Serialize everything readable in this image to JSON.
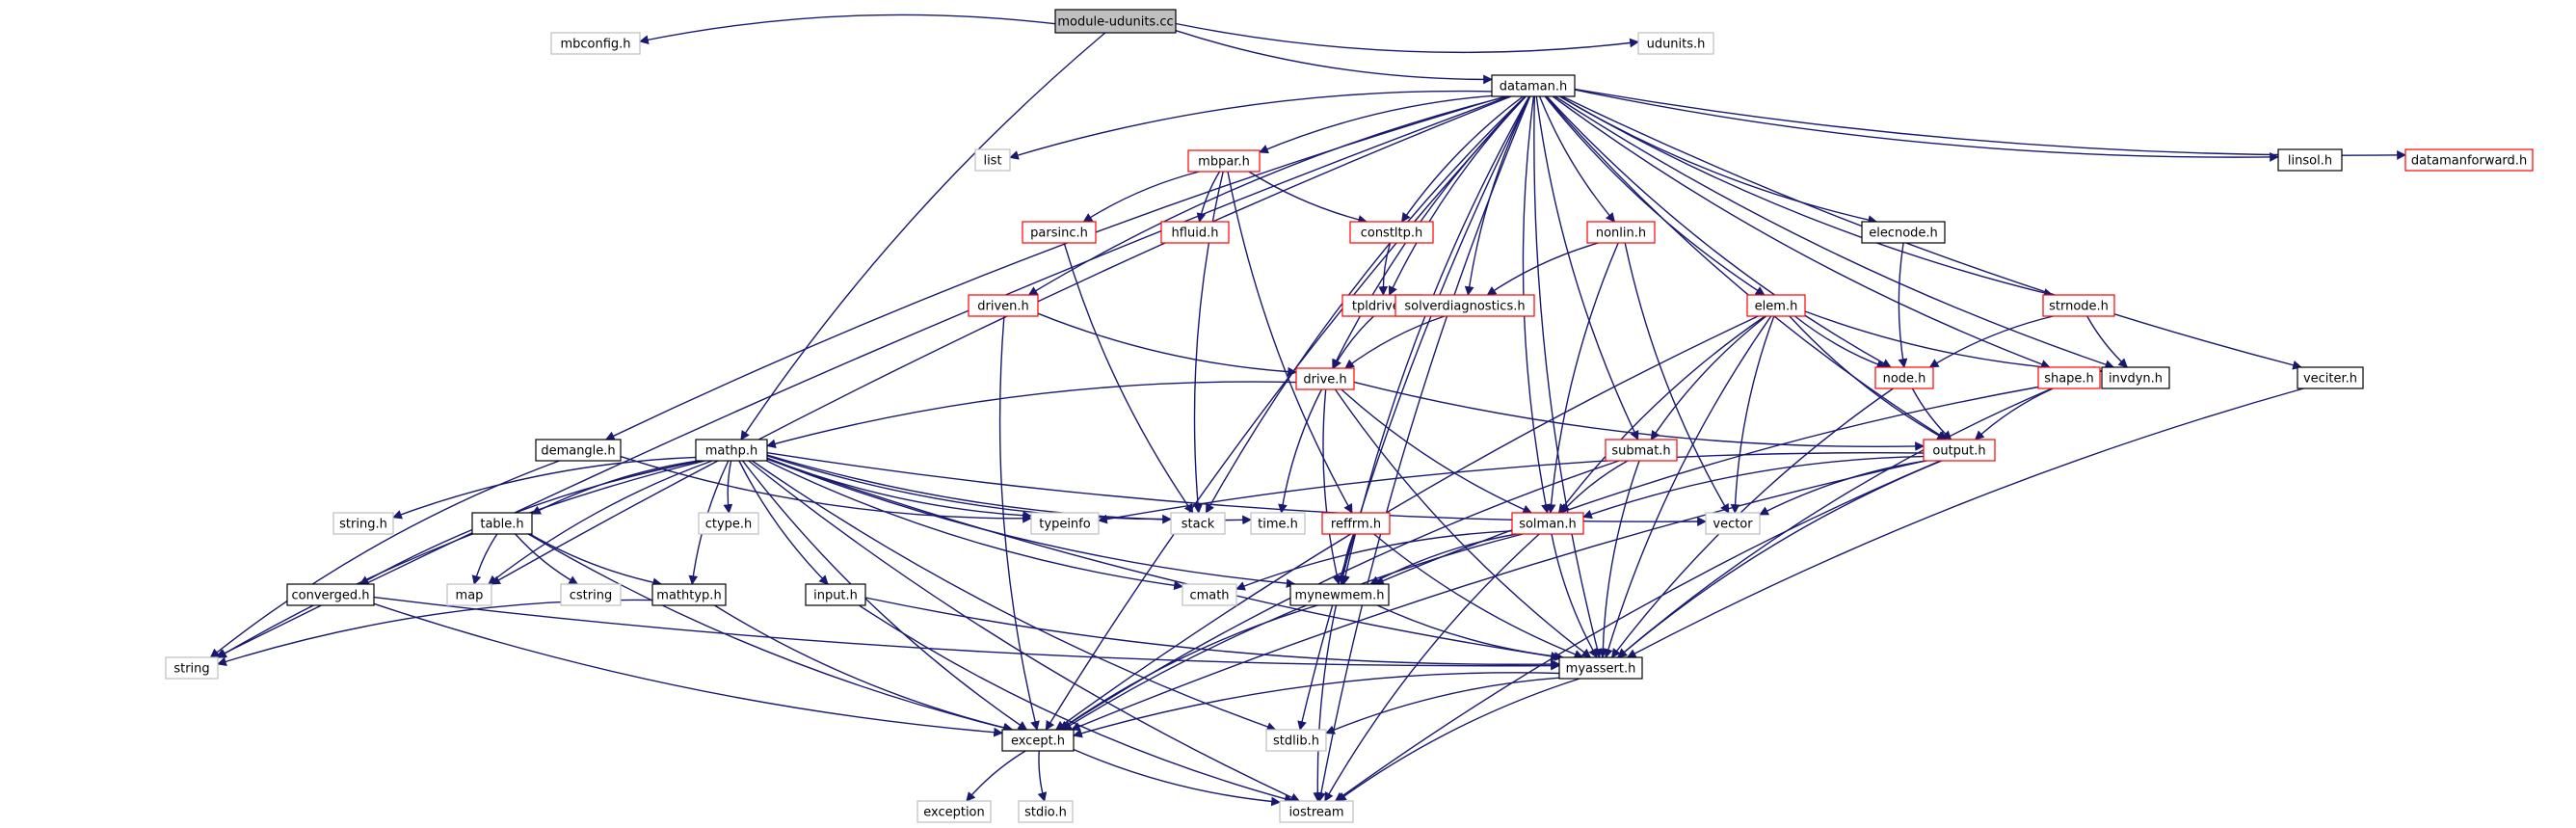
{
  "colors": {
    "edge": "#191970",
    "root_fill": "#bfbfbf",
    "root_border": "#000000",
    "documented_border": "#000000",
    "undocumented_border": "#bfbfbf",
    "incomplete_border": "#ff0000",
    "box_fill": "#ffffff"
  },
  "nodes": [
    {
      "id": "module-udunits.cc",
      "kind": "root"
    },
    {
      "id": "mbconfig.h",
      "kind": "undocumented"
    },
    {
      "id": "dataman.h",
      "kind": "documented"
    },
    {
      "id": "udunits.h",
      "kind": "undocumented"
    },
    {
      "id": "list",
      "kind": "undocumented"
    },
    {
      "id": "mbpar.h",
      "kind": "incomplete"
    },
    {
      "id": "linsol.h",
      "kind": "documented"
    },
    {
      "id": "datamanforward.h",
      "kind": "incomplete"
    },
    {
      "id": "parsinc.h",
      "kind": "incomplete"
    },
    {
      "id": "hfluid.h",
      "kind": "incomplete"
    },
    {
      "id": "constltp.h",
      "kind": "incomplete"
    },
    {
      "id": "nonlin.h",
      "kind": "incomplete"
    },
    {
      "id": "elecnode.h",
      "kind": "documented"
    },
    {
      "id": "driven.h",
      "kind": "incomplete"
    },
    {
      "id": "tpldrive.h",
      "kind": "incomplete"
    },
    {
      "id": "solverdiagnostics.h",
      "kind": "incomplete"
    },
    {
      "id": "elem.h",
      "kind": "incomplete"
    },
    {
      "id": "strnode.h",
      "kind": "incomplete"
    },
    {
      "id": "node.h",
      "kind": "incomplete"
    },
    {
      "id": "shape.h",
      "kind": "incomplete"
    },
    {
      "id": "invdyn.h",
      "kind": "documented"
    },
    {
      "id": "veciter.h",
      "kind": "documented"
    },
    {
      "id": "drive.h",
      "kind": "incomplete"
    },
    {
      "id": "demangle.h",
      "kind": "documented"
    },
    {
      "id": "mathp.h",
      "kind": "documented"
    },
    {
      "id": "output.h",
      "kind": "incomplete"
    },
    {
      "id": "submat.h",
      "kind": "incomplete"
    },
    {
      "id": "string.h",
      "kind": "undocumented"
    },
    {
      "id": "table.h",
      "kind": "documented"
    },
    {
      "id": "ctype.h",
      "kind": "undocumented"
    },
    {
      "id": "typeinfo",
      "kind": "undocumented"
    },
    {
      "id": "stack",
      "kind": "undocumented"
    },
    {
      "id": "time.h",
      "kind": "undocumented"
    },
    {
      "id": "reffrm.h",
      "kind": "incomplete"
    },
    {
      "id": "solman.h",
      "kind": "incomplete"
    },
    {
      "id": "vector",
      "kind": "undocumented"
    },
    {
      "id": "converged.h",
      "kind": "documented"
    },
    {
      "id": "map",
      "kind": "undocumented"
    },
    {
      "id": "cstring",
      "kind": "undocumented"
    },
    {
      "id": "mathtyp.h",
      "kind": "documented"
    },
    {
      "id": "input.h",
      "kind": "documented"
    },
    {
      "id": "cmath",
      "kind": "undocumented"
    },
    {
      "id": "mynewmem.h",
      "kind": "documented"
    },
    {
      "id": "string",
      "kind": "undocumented"
    },
    {
      "id": "myassert.h",
      "kind": "documented"
    },
    {
      "id": "except.h",
      "kind": "documented"
    },
    {
      "id": "stdlib.h",
      "kind": "undocumented"
    },
    {
      "id": "exception",
      "kind": "undocumented"
    },
    {
      "id": "stdio.h",
      "kind": "undocumented"
    },
    {
      "id": "iostream",
      "kind": "undocumented"
    }
  ],
  "edges": [
    [
      "module-udunits.cc",
      "mbconfig.h"
    ],
    [
      "module-udunits.cc",
      "dataman.h"
    ],
    [
      "module-udunits.cc",
      "udunits.h"
    ],
    [
      "module-udunits.cc",
      "mathp.h"
    ],
    [
      "dataman.h",
      "list"
    ],
    [
      "dataman.h",
      "mbpar.h"
    ],
    [
      "dataman.h",
      "linsol.h"
    ],
    [
      "dataman.h",
      "datamanforward.h"
    ],
    [
      "dataman.h",
      "constltp.h"
    ],
    [
      "dataman.h",
      "nonlin.h"
    ],
    [
      "dataman.h",
      "elecnode.h"
    ],
    [
      "dataman.h",
      "driven.h"
    ],
    [
      "dataman.h",
      "tpldrive.h"
    ],
    [
      "dataman.h",
      "solverdiagnostics.h"
    ],
    [
      "dataman.h",
      "elem.h"
    ],
    [
      "dataman.h",
      "strnode.h"
    ],
    [
      "dataman.h",
      "node.h"
    ],
    [
      "dataman.h",
      "shape.h"
    ],
    [
      "dataman.h",
      "invdyn.h"
    ],
    [
      "dataman.h",
      "veciter.h"
    ],
    [
      "dataman.h",
      "drive.h"
    ],
    [
      "dataman.h",
      "demangle.h"
    ],
    [
      "dataman.h",
      "output.h"
    ],
    [
      "dataman.h",
      "submat.h"
    ],
    [
      "dataman.h",
      "solman.h"
    ],
    [
      "dataman.h",
      "mynewmem.h"
    ],
    [
      "dataman.h",
      "myassert.h"
    ],
    [
      "dataman.h",
      "except.h"
    ],
    [
      "dataman.h",
      "string"
    ],
    [
      "dataman.h",
      "map"
    ],
    [
      "dataman.h",
      "iostream"
    ],
    [
      "dataman.h",
      "stack"
    ],
    [
      "dataman.h",
      "stdlib.h"
    ],
    [
      "mbpar.h",
      "parsinc.h"
    ],
    [
      "mbpar.h",
      "hfluid.h"
    ],
    [
      "mbpar.h",
      "constltp.h"
    ],
    [
      "mbpar.h",
      "stack"
    ],
    [
      "mbpar.h",
      "reffrm.h"
    ],
    [
      "parsinc.h",
      "stack"
    ],
    [
      "constltp.h",
      "tpldrive.h"
    ],
    [
      "tpldrive.h",
      "drive.h"
    ],
    [
      "solverdiagnostics.h",
      "drive.h"
    ],
    [
      "nonlin.h",
      "solverdiagnostics.h"
    ],
    [
      "nonlin.h",
      "solman.h"
    ],
    [
      "nonlin.h",
      "vector"
    ],
    [
      "elecnode.h",
      "node.h"
    ],
    [
      "driven.h",
      "drive.h"
    ],
    [
      "driven.h",
      "except.h"
    ],
    [
      "drive.h",
      "mathp.h"
    ],
    [
      "drive.h",
      "output.h"
    ],
    [
      "drive.h",
      "solman.h"
    ],
    [
      "drive.h",
      "time.h"
    ],
    [
      "drive.h",
      "mynewmem.h"
    ],
    [
      "drive.h",
      "myassert.h"
    ],
    [
      "elem.h",
      "node.h"
    ],
    [
      "elem.h",
      "output.h"
    ],
    [
      "elem.h",
      "submat.h"
    ],
    [
      "elem.h",
      "solman.h"
    ],
    [
      "elem.h",
      "vector"
    ],
    [
      "elem.h",
      "myassert.h"
    ],
    [
      "elem.h",
      "except.h"
    ],
    [
      "elem.h",
      "invdyn.h"
    ],
    [
      "strnode.h",
      "node.h"
    ],
    [
      "strnode.h",
      "invdyn.h"
    ],
    [
      "node.h",
      "output.h"
    ],
    [
      "node.h",
      "myassert.h"
    ],
    [
      "shape.h",
      "output.h"
    ],
    [
      "shape.h",
      "myassert.h"
    ],
    [
      "shape.h",
      "mynewmem.h"
    ],
    [
      "veciter.h",
      "myassert.h"
    ],
    [
      "demangle.h",
      "string"
    ],
    [
      "demangle.h",
      "typeinfo"
    ],
    [
      "mathp.h",
      "string.h"
    ],
    [
      "mathp.h",
      "table.h"
    ],
    [
      "mathp.h",
      "ctype.h"
    ],
    [
      "mathp.h",
      "typeinfo"
    ],
    [
      "mathp.h",
      "stack"
    ],
    [
      "mathp.h",
      "time.h"
    ],
    [
      "mathp.h",
      "vector"
    ],
    [
      "mathp.h",
      "converged.h"
    ],
    [
      "mathp.h",
      "map"
    ],
    [
      "mathp.h",
      "mathtyp.h"
    ],
    [
      "mathp.h",
      "input.h"
    ],
    [
      "mathp.h",
      "cmath"
    ],
    [
      "mathp.h",
      "myassert.h"
    ],
    [
      "mathp.h",
      "except.h"
    ],
    [
      "mathp.h",
      "iostream"
    ],
    [
      "mathp.h",
      "string"
    ],
    [
      "mathp.h",
      "stdlib.h"
    ],
    [
      "mathp.h",
      "mynewmem.h"
    ],
    [
      "output.h",
      "vector"
    ],
    [
      "output.h",
      "typeinfo"
    ],
    [
      "output.h",
      "solman.h"
    ],
    [
      "output.h",
      "myassert.h"
    ],
    [
      "output.h",
      "except.h"
    ],
    [
      "output.h",
      "iostream"
    ],
    [
      "submat.h",
      "solman.h"
    ],
    [
      "submat.h",
      "myassert.h"
    ],
    [
      "submat.h",
      "except.h"
    ],
    [
      "table.h",
      "map"
    ],
    [
      "table.h",
      "cstring"
    ],
    [
      "table.h",
      "mathtyp.h"
    ],
    [
      "table.h",
      "except.h"
    ],
    [
      "reffrm.h",
      "mynewmem.h"
    ],
    [
      "reffrm.h",
      "myassert.h"
    ],
    [
      "reffrm.h",
      "iostream"
    ],
    [
      "solman.h",
      "cmath"
    ],
    [
      "solman.h",
      "mynewmem.h"
    ],
    [
      "solman.h",
      "myassert.h"
    ],
    [
      "solman.h",
      "except.h"
    ],
    [
      "solman.h",
      "iostream"
    ],
    [
      "converged.h",
      "except.h"
    ],
    [
      "converged.h",
      "myassert.h"
    ],
    [
      "mathtyp.h",
      "except.h"
    ],
    [
      "mathtyp.h",
      "string"
    ],
    [
      "input.h",
      "myassert.h"
    ],
    [
      "input.h",
      "iostream"
    ],
    [
      "mynewmem.h",
      "myassert.h"
    ],
    [
      "mynewmem.h",
      "except.h"
    ],
    [
      "myassert.h",
      "except.h"
    ],
    [
      "myassert.h",
      "stdlib.h"
    ],
    [
      "myassert.h",
      "iostream"
    ],
    [
      "except.h",
      "exception"
    ],
    [
      "except.h",
      "stdio.h"
    ],
    [
      "except.h",
      "iostream"
    ]
  ]
}
